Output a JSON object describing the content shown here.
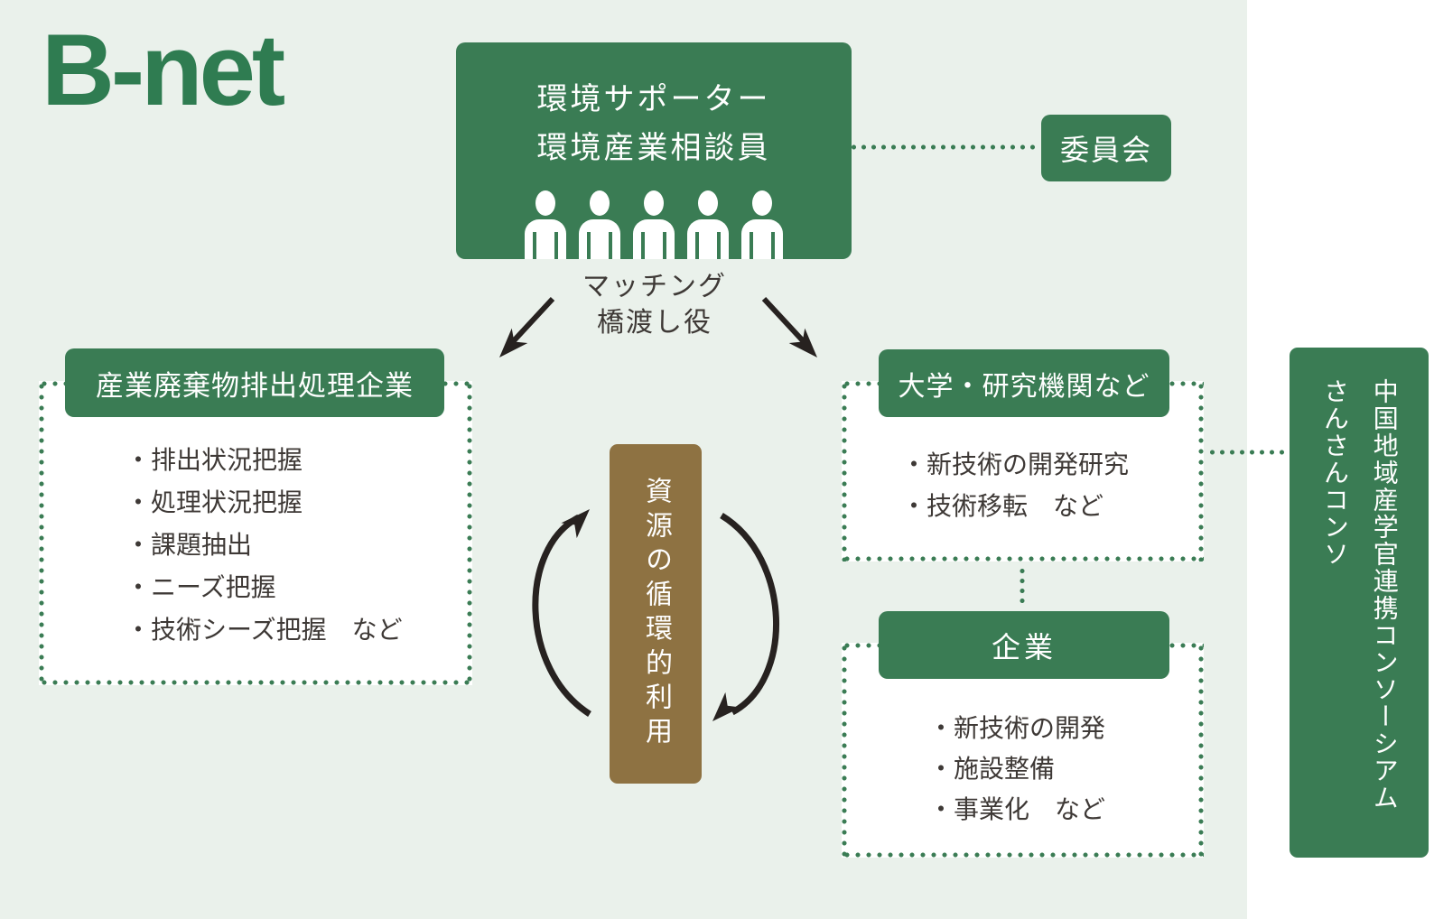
{
  "logo": {
    "text": "B-net"
  },
  "colors": {
    "brand_green": "#3a7c54",
    "background_mint": "#eaf1eb",
    "panel_white": "#ffffff",
    "resource_brown": "#8e7242",
    "body_text": "#3e3936",
    "arrow_black": "#272220"
  },
  "hub": {
    "title_line1": "環境サポーター",
    "title_line2": "環境産業相談員",
    "person_count": 5,
    "person_icon": "person-icon"
  },
  "committee": {
    "label": "委員会"
  },
  "matching": {
    "line1": "マッチング",
    "line2": "橋渡し役"
  },
  "waste_box": {
    "title": "産業廃棄物排出処理企業",
    "items": [
      "・排出状況把握",
      "・処理状況把握",
      "・課題抽出",
      "・ニーズ把握",
      "・技術シーズ把握　など"
    ]
  },
  "resource_box": {
    "label": "資源の循環的利用"
  },
  "university_box": {
    "title": "大学・研究機関など",
    "items": [
      "・新技術の開発研究",
      "・技術移転　など"
    ]
  },
  "company_box": {
    "title": "企業",
    "items": [
      "・新技術の開発",
      "・施設整備",
      "・事業化　など"
    ]
  },
  "consortium": {
    "line1": "中国地域産学官連携コンソーシアム",
    "line2": "さんさんコンソ"
  }
}
